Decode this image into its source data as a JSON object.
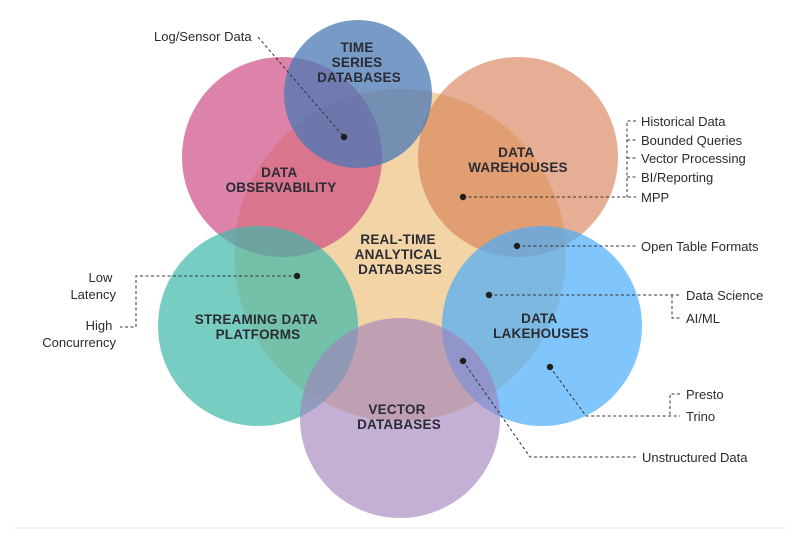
{
  "diagram": {
    "center": {
      "lines": [
        "REAL-TIME",
        "ANALYTICAL",
        "DATABASES"
      ],
      "color": "#F0CD97"
    },
    "circles": {
      "time_series": {
        "lines": [
          "TIME",
          "SERIES",
          "DATABASES"
        ],
        "color": "#4A78B4"
      },
      "data_warehouses": {
        "lines": [
          "DATA",
          "WAREHOUSES"
        ],
        "color": "#D67C52"
      },
      "data_lakehouses": {
        "lines": [
          "DATA",
          "LAKEHOUSES"
        ],
        "color": "#4AACFA"
      },
      "vector_databases": {
        "lines": [
          "VECTOR",
          "DATABASES"
        ],
        "color": "#A080BC"
      },
      "streaming_data_platforms": {
        "lines": [
          "STREAMING DATA",
          "PLATFORMS"
        ],
        "color": "#3FB8AA"
      },
      "data_observability": {
        "lines": [
          "DATA",
          "OBSERVABILITY"
        ],
        "color": "#CE4E84"
      }
    },
    "callouts": {
      "log_sensor_data": "Log/Sensor Data",
      "historical_data": "Historical Data",
      "bounded_queries": "Bounded Queries",
      "vector_processing": "Vector Processing",
      "bi_reporting": "BI/Reporting",
      "mpp": "MPP",
      "open_table_formats": "Open Table Formats",
      "data_science": "Data Science",
      "ai_ml": "AI/ML",
      "presto": "Presto",
      "trino": "Trino",
      "unstructured_data": "Unstructured Data",
      "low_latency": [
        "Low",
        "Latency"
      ],
      "high_concurrency": [
        "High",
        "Concurrency"
      ]
    }
  }
}
